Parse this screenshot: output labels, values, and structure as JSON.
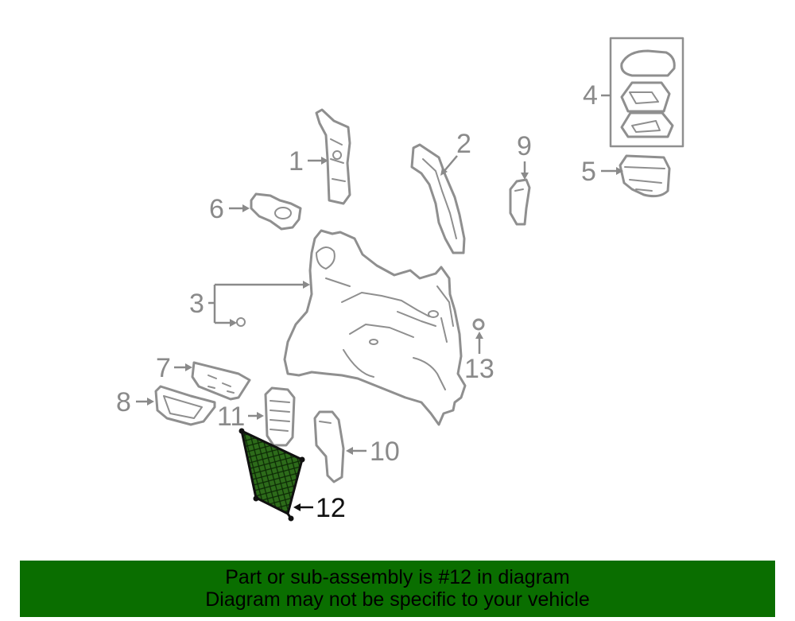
{
  "labels": {
    "l1": "1",
    "l2": "2",
    "l3": "3",
    "l4": "4",
    "l5": "5",
    "l6": "6",
    "l7": "7",
    "l8": "8",
    "l9": "9",
    "l10": "10",
    "l11": "11",
    "l12": "12",
    "l13": "13"
  },
  "highlight_part": "12",
  "colors": {
    "banner_bg": "#0a6e00",
    "net_fill": "#1f5e10",
    "part_stroke": "#8f8f8f",
    "label_gray": "#8a8a8a"
  },
  "banner": {
    "line1": "Part or sub-assembly is #12 in diagram",
    "line2": "Diagram may not be specific to your vehicle"
  }
}
